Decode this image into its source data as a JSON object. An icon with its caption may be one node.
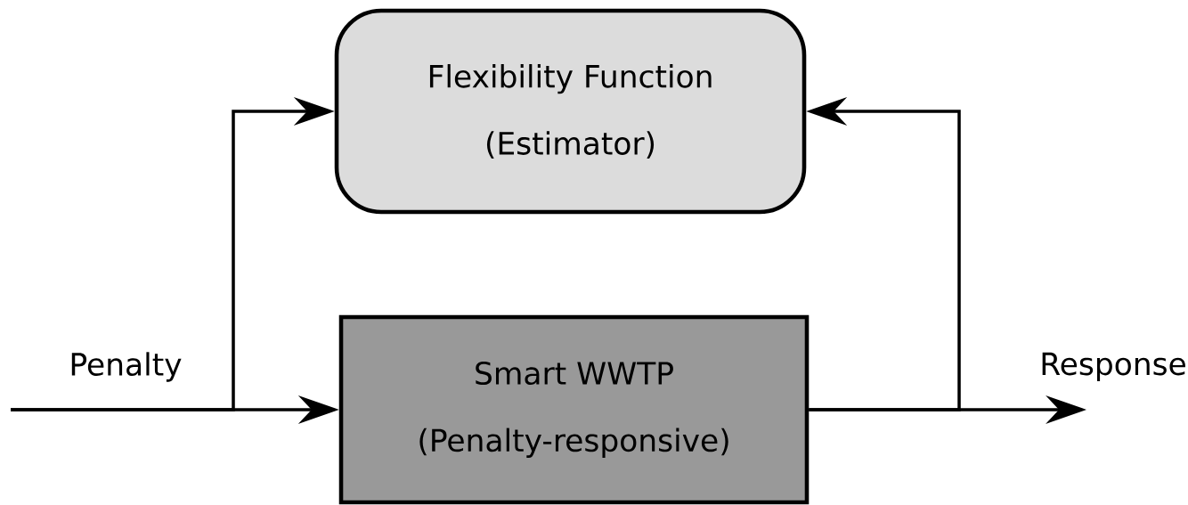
{
  "diagram": {
    "nodes": [
      {
        "text": [
          "Flexibility Function",
          "(Estimator)"
        ]
      },
      {
        "text": [
          "Smart WWTP",
          "(Penalty-responsive)"
        ]
      }
    ],
    "edges": [
      {
        "from": null,
        "to": 1,
        "arrow": "to",
        "label": "Penalty"
      },
      {
        "from": null,
        "to": 0,
        "arrow": "to"
      },
      {
        "from": 1,
        "to": null,
        "arrow": "to",
        "label": "Response"
      },
      {
        "from": 1,
        "to": 0,
        "arrow": "to"
      }
    ]
  }
}
